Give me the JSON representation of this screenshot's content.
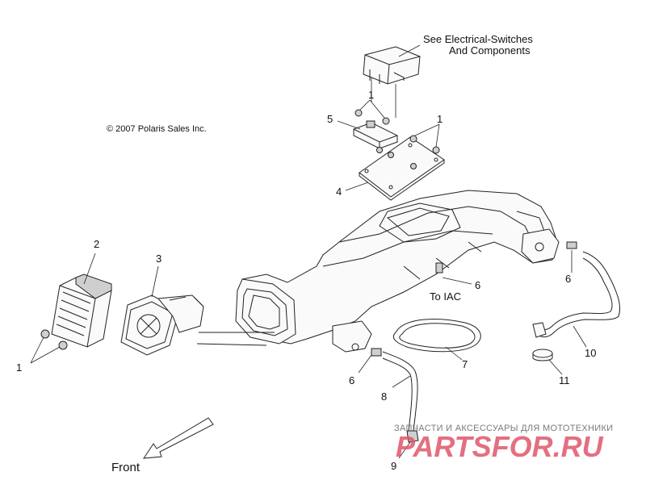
{
  "copyright": "© 2007 Polaris Sales Inc.",
  "notes": {
    "electrical_line1": "See Electrical-Switches",
    "electrical_line2": "And Components",
    "to_iac": "To IAC",
    "front": "Front"
  },
  "callouts": {
    "c1_top": "1",
    "c1_right": "1",
    "c1_left": "1",
    "c2": "2",
    "c3": "3",
    "c4": "4",
    "c5": "5",
    "c6_iac": "6",
    "c6_right": "6",
    "c6_bottom": "6",
    "c7": "7",
    "c8": "8",
    "c9": "9",
    "c10": "10",
    "c11": "11"
  },
  "watermark": {
    "tagline": "ЗАПЧАСТИ И АКСЕССУАРЫ ДЛЯ МОТОТЕХНИКИ",
    "logo": "PARTSFOR.RU"
  }
}
